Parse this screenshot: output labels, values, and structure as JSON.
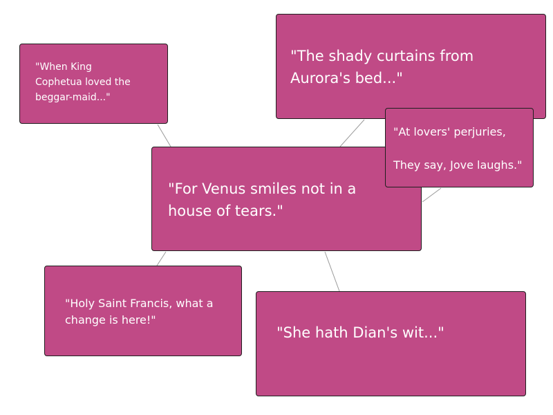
{
  "diagram": {
    "node_color": "#c04a86",
    "link_color": "#9a9a9a",
    "nodes": [
      {
        "id": "venus",
        "text": "\"For Venus smiles not in a\nhouse of tears.\""
      },
      {
        "id": "aurora",
        "text": "\"The shady curtains from\nAurora's bed...\""
      },
      {
        "id": "cophetua",
        "text": "\"When King\nCophetua loved the\nbeggar-maid...\""
      },
      {
        "id": "jove",
        "text": "\"At lovers' perjuries,\n\nThey say, Jove laughs.\""
      },
      {
        "id": "francis",
        "text": "\"Holy Saint Francis, what a\nchange is here!\""
      },
      {
        "id": "dian",
        "text": "\"She hath Dian's wit...\""
      }
    ],
    "links": [
      {
        "from": "venus",
        "to": "cophetua"
      },
      {
        "from": "venus",
        "to": "aurora"
      },
      {
        "from": "venus",
        "to": "jove"
      },
      {
        "from": "venus",
        "to": "francis"
      },
      {
        "from": "venus",
        "to": "dian"
      }
    ]
  }
}
